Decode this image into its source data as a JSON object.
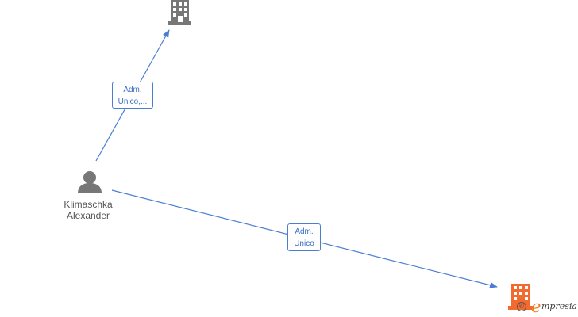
{
  "nodes": {
    "company_top": {
      "kind": "company",
      "icon": "building-icon",
      "color": "#777777"
    },
    "person": {
      "kind": "person",
      "icon": "person-icon",
      "color": "#777777",
      "name_line1": "Klimaschka",
      "name_line2": "Alexander"
    },
    "company_bottom": {
      "kind": "company",
      "icon": "building-icon",
      "color": "#f26a2e"
    }
  },
  "edges": [
    {
      "from": "person",
      "to": "company_top",
      "label_line1": "Adm.",
      "label_line2": "Unico,..."
    },
    {
      "from": "person",
      "to": "company_bottom",
      "label_line1": "Adm.",
      "label_line2": "Unico"
    }
  ],
  "colors": {
    "edge": "#4a7fd0"
  },
  "brand": {
    "copyright_symbol": "©",
    "logo_initial": "e",
    "logo_rest": "mpresia",
    "accent": "#f27a1e"
  }
}
